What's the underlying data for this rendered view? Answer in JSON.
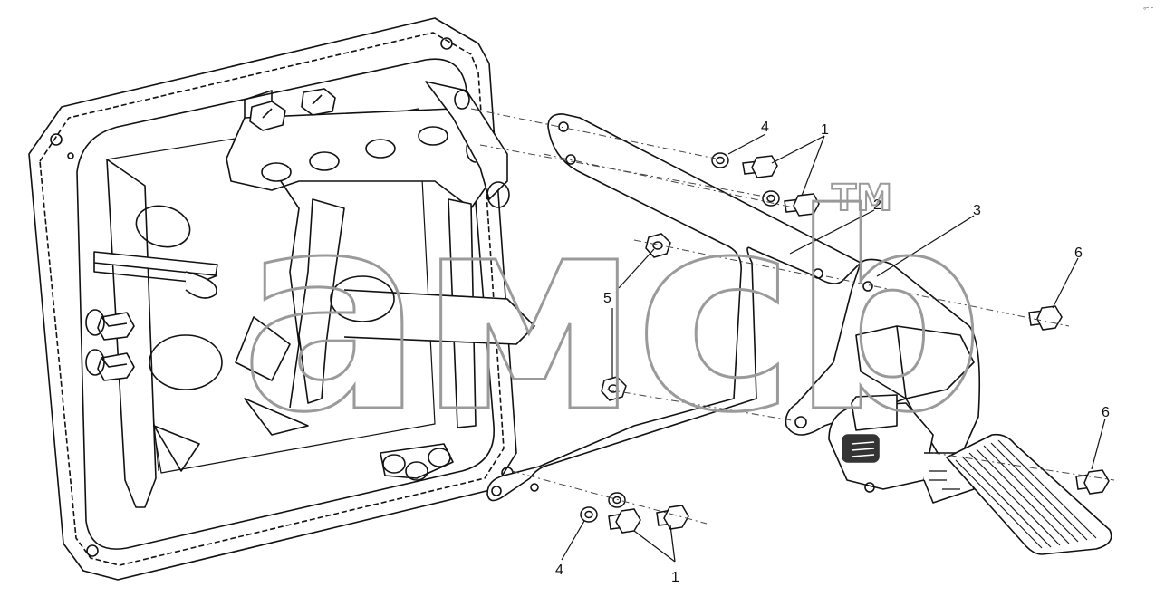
{
  "diagram": {
    "callouts": [
      {
        "id": "c1a",
        "text": "1"
      },
      {
        "id": "c4a",
        "text": "4"
      },
      {
        "id": "c2",
        "text": "2"
      },
      {
        "id": "c3",
        "text": "3"
      },
      {
        "id": "c5",
        "text": "5"
      },
      {
        "id": "c6a",
        "text": "6"
      },
      {
        "id": "c6b",
        "text": "6"
      },
      {
        "id": "c4b",
        "text": "4"
      },
      {
        "id": "c1b",
        "text": "1"
      }
    ],
    "watermark": {
      "text": "aмcb",
      "trademark": "TM"
    },
    "corner_mark": "°˜ ˜"
  }
}
